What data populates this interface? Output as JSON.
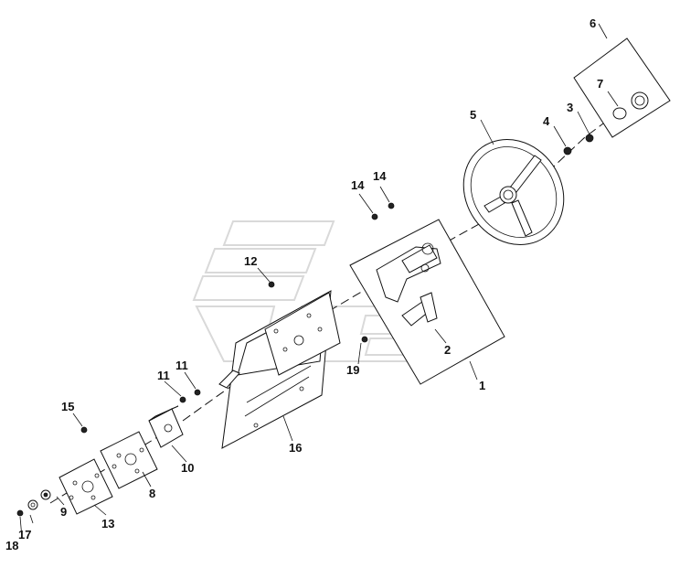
{
  "diagram": {
    "callouts": [
      {
        "id": "c1",
        "text": "1"
      },
      {
        "id": "c2",
        "text": "2"
      },
      {
        "id": "c3",
        "text": "3"
      },
      {
        "id": "c4",
        "text": "4"
      },
      {
        "id": "c5",
        "text": "5"
      },
      {
        "id": "c6",
        "text": "6"
      },
      {
        "id": "c7",
        "text": "7"
      },
      {
        "id": "c8",
        "text": "8"
      },
      {
        "id": "c9",
        "text": "9"
      },
      {
        "id": "c10",
        "text": "10"
      },
      {
        "id": "c11a",
        "text": "11"
      },
      {
        "id": "c11b",
        "text": "11"
      },
      {
        "id": "c12",
        "text": "12"
      },
      {
        "id": "c13",
        "text": "13"
      },
      {
        "id": "c14a",
        "text": "14"
      },
      {
        "id": "c14b",
        "text": "14"
      },
      {
        "id": "c15",
        "text": "15"
      },
      {
        "id": "c16",
        "text": "16"
      },
      {
        "id": "c17",
        "text": "17"
      },
      {
        "id": "c18",
        "text": "18"
      },
      {
        "id": "c19",
        "text": "19"
      }
    ]
  }
}
